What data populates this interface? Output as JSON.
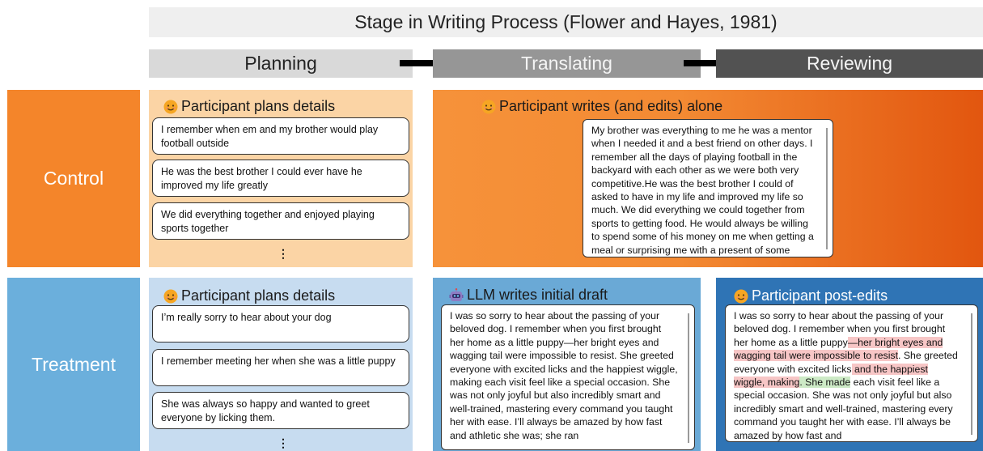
{
  "header": {
    "title": "Stage in Writing Process (Flower and Hayes, 1981)"
  },
  "stages": [
    {
      "label": "Planning"
    },
    {
      "label": "Translating"
    },
    {
      "label": "Reviewing"
    }
  ],
  "rows": {
    "control": {
      "label": "Control"
    },
    "treatment": {
      "label": "Treatment"
    }
  },
  "control": {
    "plan": {
      "title": "Participant plans details",
      "items": [
        "I remember when em and my brother would play football outside",
        "He was the best brother I could ever have he improved my life greatly",
        "We did everything together and enjoyed playing sports together"
      ],
      "more": "⋮"
    },
    "write": {
      "title": "Participant writes (and edits) alone",
      "text": "My brother was everything to me he was a mentor when I needed it and a best friend on other days. I remember all the days of playing football in the backyard with each other as we were both very competitive.He was the best brother I could of asked to have in my life and improved my life so much. We did everything we could together from sports to getting food. He would always be willing to spend some of his money on me when getting a meal or surprising me with a present of some"
    }
  },
  "treatment": {
    "plan": {
      "title": "Participant plans details",
      "items": [
        "I’m really sorry to hear about your dog",
        "I remember meeting her when she was a little puppy",
        "She was always so happy and wanted to greet everyone by licking them."
      ],
      "more": "⋮"
    },
    "llm": {
      "title": "LLM writes initial draft",
      "text": "I was so sorry to hear about the passing of your beloved dog. I remember when you first brought her home as a little puppy—her bright eyes and wagging tail were impossible to resist. She greeted everyone with excited licks and the happiest wiggle, making each visit feel like a special occasion. She was not only joyful but also incredibly smart and well-trained, mastering every command you taught her with ease. I’ll always be amazed by how fast and athletic she was; she ran"
    },
    "post": {
      "title": "Participant post-edits",
      "seg1": "I was so sorry to hear about the passing of your beloved dog. I remember when you first brought her home as a little puppy",
      "del1": "—her bright eyes and wagging tail were impossible to resist",
      "seg2": ". She greeted everyone with excited licks",
      "del2": " and the happiest wiggle, making",
      "ins1": ". She made",
      "seg3": " each visit feel like a special occasion. She was not only joyful but also incredibly smart and well-trained, mastering every command you taught her with ease. I’ll always be amazed by how fast and"
    }
  },
  "colors": {
    "control_accent": "#f4852a",
    "treatment_accent": "#6bafdc",
    "deleted_highlight": "#f7c6c6",
    "inserted_highlight": "#cdeac6"
  },
  "icons": {
    "participant": "smiling-face-icon",
    "llm": "robot-icon",
    "stage_arrow": "right-arrow-icon",
    "more": "vertical-ellipsis-icon"
  }
}
